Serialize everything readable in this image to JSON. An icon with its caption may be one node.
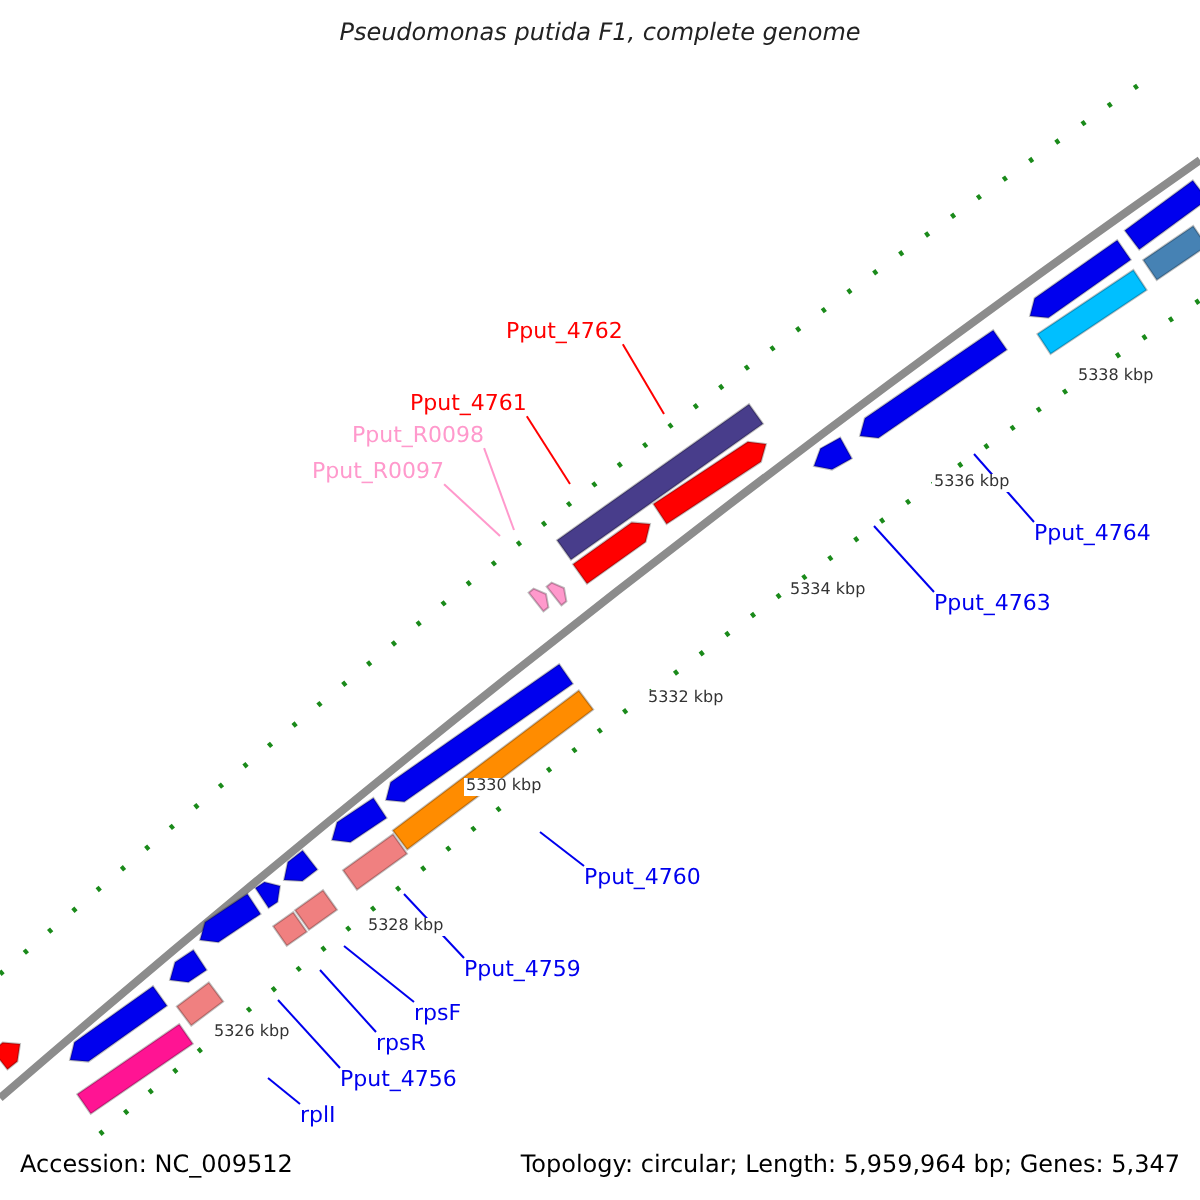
{
  "diagram": {
    "title": "Pseudomonas putida F1, complete genome",
    "nodes": [
      {
        "text": [
          "Pput_4762"
        ]
      },
      {
        "text": [
          "Pput_4761"
        ]
      },
      {
        "text": [
          "Pput_R0098"
        ]
      },
      {
        "text": [
          "Pput_R0097"
        ]
      },
      {
        "text": [
          "Pput_4764"
        ]
      },
      {
        "text": [
          "Pput_4763"
        ]
      },
      {
        "text": [
          "Pput_4760"
        ]
      },
      {
        "text": [
          "Pput_4759"
        ]
      },
      {
        "text": [
          "rpsF"
        ]
      },
      {
        "text": [
          "rpsR"
        ]
      },
      {
        "text": [
          "Pput_4756"
        ]
      },
      {
        "text": [
          "rplI"
        ]
      }
    ],
    "edges": [
      {
        "from": 0,
        "to": null,
        "arrow": "none",
        "color": "#ff0000"
      },
      {
        "from": 1,
        "to": null,
        "arrow": "none",
        "color": "#ff0000"
      },
      {
        "from": 2,
        "to": null,
        "arrow": "none",
        "color": "#ff99cc"
      },
      {
        "from": 3,
        "to": null,
        "arrow": "none",
        "color": "#ff99cc"
      },
      {
        "from": 4,
        "to": null,
        "arrow": "none"
      },
      {
        "from": 5,
        "to": null,
        "arrow": "none"
      },
      {
        "from": 6,
        "to": null,
        "arrow": "none"
      },
      {
        "from": 7,
        "to": null,
        "arrow": "none"
      },
      {
        "from": 8,
        "to": null,
        "arrow": "none"
      },
      {
        "from": 9,
        "to": null,
        "arrow": "none"
      },
      {
        "from": 10,
        "to": null,
        "arrow": "none"
      },
      {
        "from": 11,
        "to": null,
        "arrow": "none"
      }
    ],
    "labels": [
      "5338 kbp",
      "5336 kbp",
      "5334 kbp",
      "5332 kbp",
      "5330 kbp",
      "5328 kbp",
      "5326 kbp",
      "Accession: NC_009512",
      "Topology: circular; Length: 5,959,964 bp; Genes: 5,347"
    ]
  }
}
